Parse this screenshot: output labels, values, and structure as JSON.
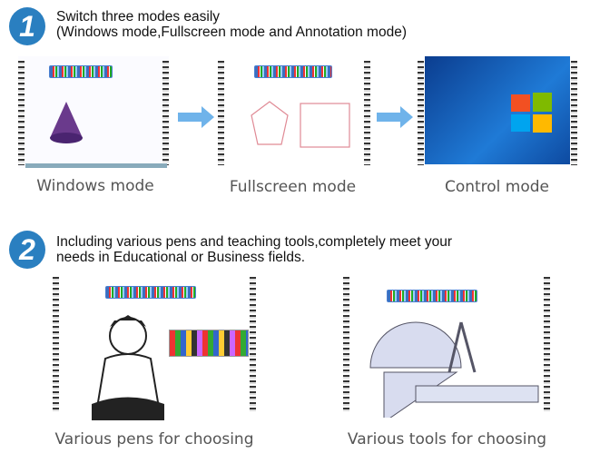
{
  "section1": {
    "number": "1",
    "line1": "Switch three modes easily",
    "line2": "(Windows mode,Fullscreen mode and Annotation mode)",
    "captions": [
      "Windows mode",
      "Fullscreen mode",
      "Control mode"
    ]
  },
  "section2": {
    "number": "2",
    "line1": "Including various pens and teaching tools,completely meet your",
    "line2": "needs in Educational or Business fields.",
    "captions": [
      "Various pens for choosing",
      "Various tools for choosing"
    ]
  },
  "colors": {
    "badge": "#2a7fc0",
    "arrow": "#6fb3ea"
  }
}
